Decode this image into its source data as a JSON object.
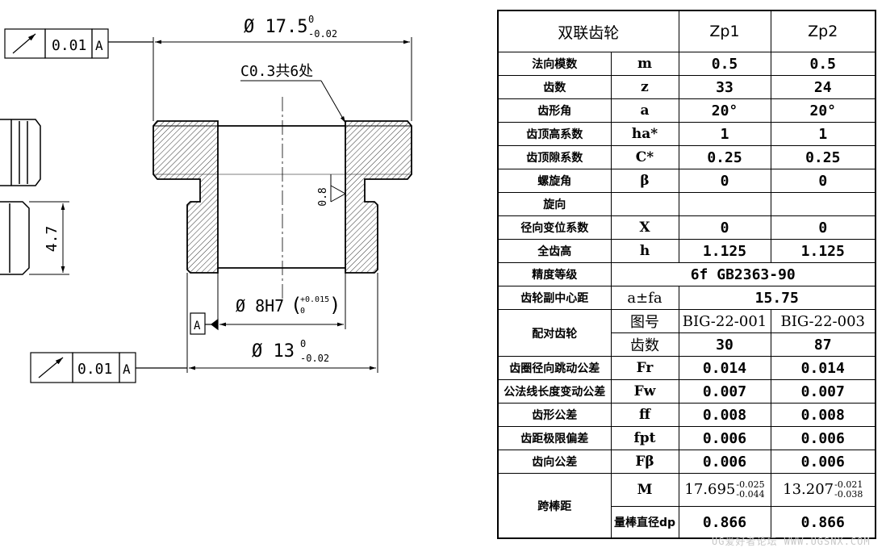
{
  "drawing": {
    "dim_outer": "Ø 17.5",
    "dim_outer_upper": "0",
    "dim_outer_lower": "-0.02",
    "dim_chamfer": "C0.3共6处",
    "dim_bore": "Ø 8H7",
    "dim_bore_upper": "+0.015",
    "dim_bore_lower": "0",
    "dim_small": "Ø 13",
    "dim_small_upper": "0",
    "dim_small_lower": "-0.02",
    "dim_width": "4.7",
    "roughness": "0.8",
    "runout_top_value": "0.01",
    "runout_top_datum": "A",
    "runout_bottom_value": "0.01",
    "runout_bottom_datum": "A",
    "datum_label": "A"
  },
  "table": {
    "title": "双联齿轮",
    "col1": "Zp1",
    "col2": "Zp2",
    "rows": [
      {
        "label": "法向模数",
        "sym": "m",
        "v1": "0.5",
        "v2": "0.5"
      },
      {
        "label": "齿数",
        "sym": "z",
        "v1": "33",
        "v2": "24"
      },
      {
        "label": "齿形角",
        "sym": "a",
        "v1": "20°",
        "v2": "20°"
      },
      {
        "label": "齿顶高系数",
        "sym": "ha*",
        "v1": "1",
        "v2": "1"
      },
      {
        "label": "齿顶隙系数",
        "sym": "C*",
        "v1": "0.25",
        "v2": "0.25"
      },
      {
        "label": "螺旋角",
        "sym": "β",
        "v1": "0",
        "v2": "0"
      },
      {
        "label": "旋向",
        "sym": "",
        "v1": "",
        "v2": ""
      },
      {
        "label": "径向变位系数",
        "sym": "X",
        "v1": "0",
        "v2": "0"
      },
      {
        "label": "全齿高",
        "sym": "h",
        "v1": "1.125",
        "v2": "1.125"
      }
    ],
    "precision_label": "精度等级",
    "precision_value": "6f GB2363-90",
    "center_label": "齿轮副中心距",
    "center_sym": "a±fa",
    "center_value": "15.75",
    "mating_label": "配对齿轮",
    "mating_drawing_label": "图号",
    "mating_drawing_1": "BIG-22-001",
    "mating_drawing_2": "BIG-22-003",
    "mating_teeth_label": "齿数",
    "mating_teeth_1": "30",
    "mating_teeth_2": "87",
    "tol_rows": [
      {
        "label": "齿圈径向跳动公差",
        "sym": "Fr",
        "v1": "0.014",
        "v2": "0.014"
      },
      {
        "label": "公法线长度变动公差",
        "sym": "Fw",
        "v1": "0.007",
        "v2": "0.007"
      },
      {
        "label": "齿形公差",
        "sym": "ff",
        "v1": "0.008",
        "v2": "0.008"
      },
      {
        "label": "齿距极限偏差",
        "sym": "fpt",
        "v1": "0.006",
        "v2": "0.006"
      },
      {
        "label": "齿向公差",
        "sym": "Fβ",
        "v1": "0.006",
        "v2": "0.006"
      }
    ],
    "pin_label": "跨棒距",
    "pin_M_sym": "M",
    "pin_M_1": "17.695",
    "pin_M_1_upper": "-0.025",
    "pin_M_1_lower": "-0.044",
    "pin_M_2": "13.207",
    "pin_M_2_upper": "-0.021",
    "pin_M_2_lower": "-0.038",
    "pin_dia_label": "量棒直径dp",
    "pin_dia_1": "0.866",
    "pin_dia_2": "0.866"
  },
  "watermark": "UG爱好者论坛 WWW.UGSNX.COM"
}
